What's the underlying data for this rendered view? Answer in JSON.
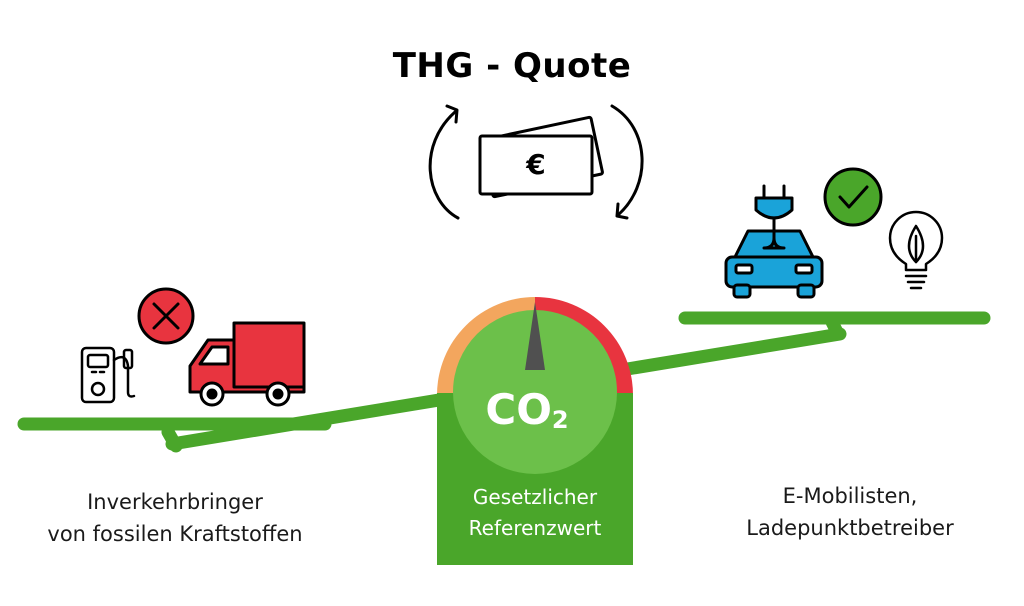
{
  "title": "THG - Quote",
  "currency_symbol": "€",
  "gauge": {
    "label": "CO",
    "subscript": "2",
    "reference_line1": "Gesetzlicher",
    "reference_line2": "Referenzwert"
  },
  "left_group": {
    "line1": "Inverkehrbringer",
    "line2": "von fossilen Kraftstoffen"
  },
  "right_group": {
    "line1": "E-Mobilisten,",
    "line2": "Ladepunktbetreiber"
  },
  "icons": [
    "fuel-pump-icon",
    "truck-icon",
    "cross-circle-icon",
    "electric-car-icon",
    "plug-icon",
    "checkmark-circle-icon",
    "lightbulb-leaf-icon",
    "banknote-icon",
    "cycle-arrows-icon"
  ],
  "colors": {
    "green": "#4aa62a",
    "light_green": "#6cc04a",
    "red": "#e8343f",
    "orange": "#f3a65e",
    "blue": "#1aa3d9",
    "needle": "#505050"
  }
}
